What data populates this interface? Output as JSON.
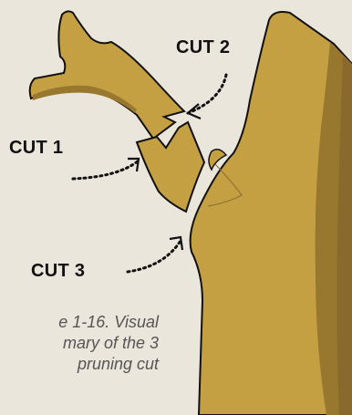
{
  "labels": {
    "cut1": "CUT 1",
    "cut2": "CUT 2",
    "cut3": "CUT 3"
  },
  "caption": {
    "line1": "e 1-16. Visual",
    "line2": "mary of the 3",
    "line3": "pruning cut"
  },
  "colors": {
    "background": "#ebe6dc",
    "bark": "#c5a043",
    "bark_shadow": "#98772f",
    "bark_dark": "#8a6a2c",
    "outline": "#111111",
    "arrow": "#111111"
  }
}
